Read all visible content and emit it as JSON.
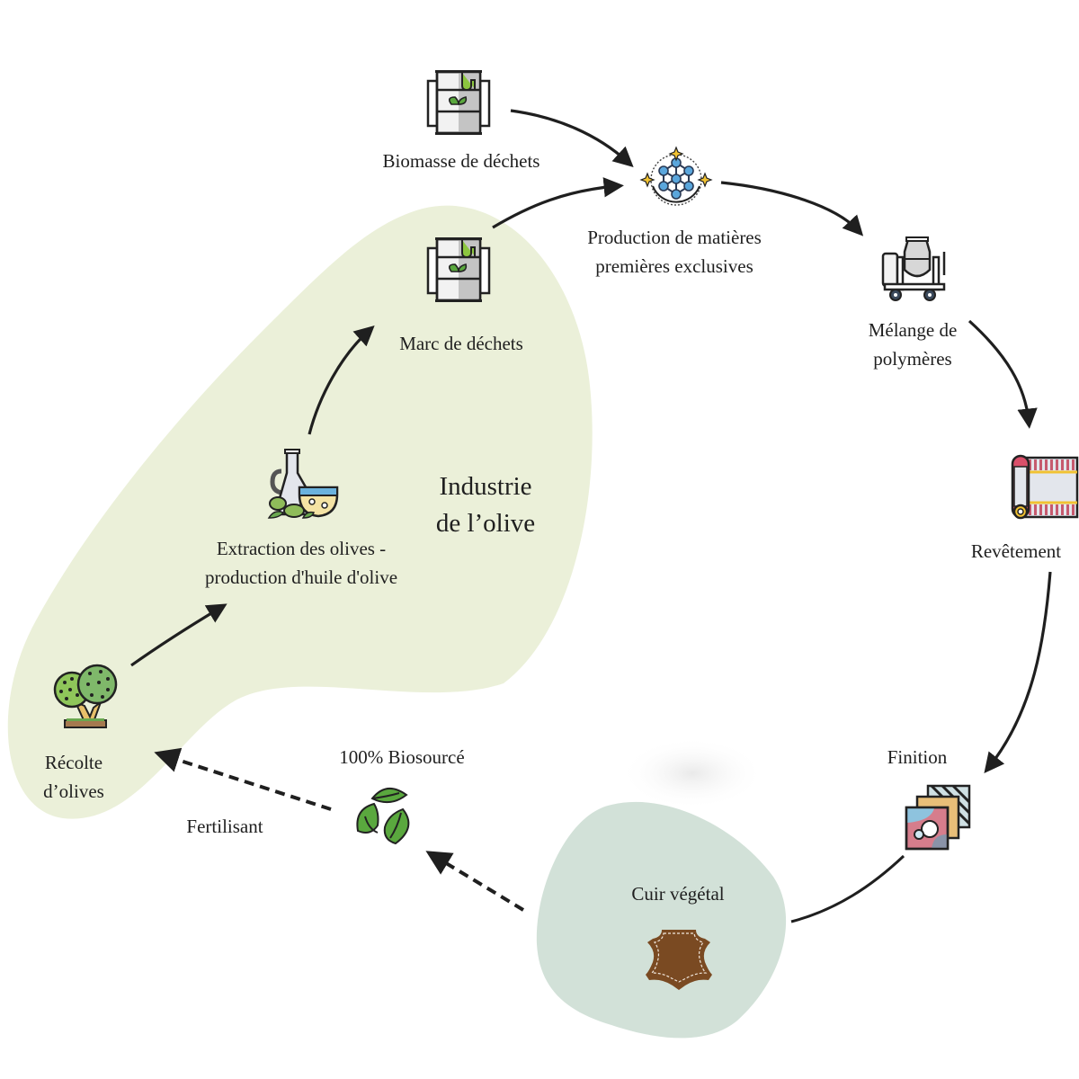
{
  "diagram": {
    "title": "Cycle du cuir végétal à base d'olive",
    "zone_label_line1": "Industrie",
    "zone_label_line2": "de l’olive",
    "nodes": {
      "biomasse": {
        "label": "Biomasse de déchets",
        "icon": "waste-barrel-icon"
      },
      "production": {
        "label_line1": "Production de matières",
        "label_line2": "premières exclusives",
        "icon": "molecule-icon"
      },
      "melange": {
        "label_line1": "Mélange de",
        "label_line2": "polymères",
        "icon": "concrete-mixer-icon"
      },
      "revetement": {
        "label": "Revêtement",
        "icon": "fabric-roll-icon"
      },
      "finition": {
        "label": "Finition",
        "icon": "fabric-swatches-icon"
      },
      "cuir": {
        "label": "Cuir végétal",
        "icon": "leather-icon"
      },
      "biosource": {
        "label": "100% Biosourcé",
        "icon": "recycle-leaves-icon"
      },
      "fertilisant": {
        "label": "Fertilisant"
      },
      "recolte": {
        "label_line1": "Récolte",
        "label_line2": "d’olives",
        "icon": "olive-tree-icon"
      },
      "extraction": {
        "label_line1": "Extraction des olives -",
        "label_line2": "production d'huile d'olive",
        "icon": "olive-oil-icon"
      },
      "marc": {
        "label": "Marc de déchets",
        "icon": "waste-barrel-icon"
      }
    },
    "edges": [
      {
        "from": "biomasse",
        "to": "production",
        "style": "solid"
      },
      {
        "from": "marc",
        "to": "production",
        "style": "solid"
      },
      {
        "from": "production",
        "to": "melange",
        "style": "solid"
      },
      {
        "from": "melange",
        "to": "revetement",
        "style": "solid"
      },
      {
        "from": "revetement",
        "to": "finition",
        "style": "solid"
      },
      {
        "from": "finition",
        "to": "cuir",
        "style": "solid"
      },
      {
        "from": "cuir",
        "to": "biosource",
        "style": "dashed"
      },
      {
        "from": "biosource",
        "to": "recolte",
        "style": "dashed"
      },
      {
        "from": "recolte",
        "to": "extraction",
        "style": "solid"
      },
      {
        "from": "extraction",
        "to": "marc",
        "style": "solid"
      }
    ],
    "colors": {
      "olive_zone": "#ebf0d9",
      "leather_zone": "#d2e1d8",
      "arrow": "#1f1f1f",
      "leather": "#7a4a22",
      "leaf_green": "#5aa83e",
      "molecule_blue": "#5aa6dc",
      "star_yellow": "#f1c232",
      "rug_red": "#c65a6e"
    }
  }
}
